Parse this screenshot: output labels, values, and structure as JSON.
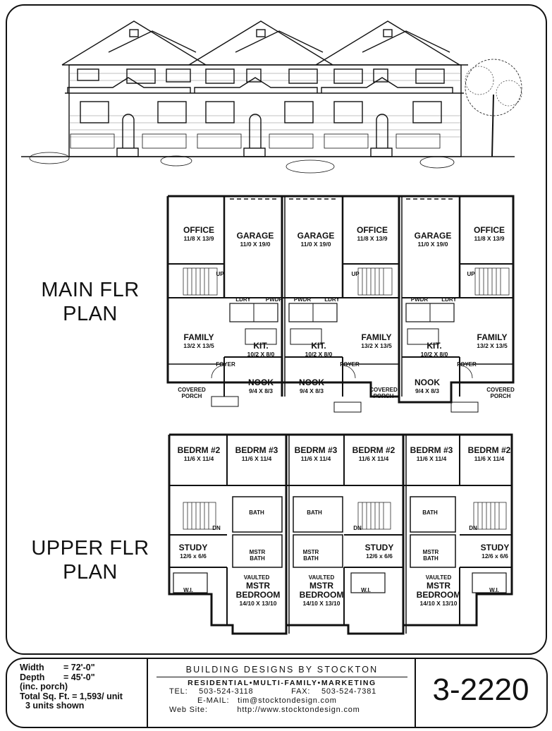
{
  "main_plan": {
    "title_line1": "MAIN FLR",
    "title_line2": "PLAN",
    "rooms": {
      "office": "OFFICE",
      "office_dim": "11/8 X 13/9",
      "garage": "GARAGE",
      "garage_dim": "11/0 X 19/0",
      "family": "FAMILY",
      "family_dim": "13/2 X 13/5",
      "kitchen": "KIT.",
      "kitchen_dim": "10/2 X 8/0",
      "nook": "NOOK",
      "nook_dim": "9/4 X 8/3",
      "foyer": "FOYER",
      "porch_line1": "COVERED",
      "porch_line2": "PORCH",
      "laundry": "LDRY",
      "powder": "PWDR",
      "up": "UP"
    }
  },
  "upper_plan": {
    "title_line1": "UPPER FLR",
    "title_line2": "PLAN",
    "rooms": {
      "bedroom2": "BEDRM #2",
      "bedroom3": "BEDRM #3",
      "bedroom_dim": "11/6 X 11/4",
      "bath": "BATH",
      "dn": "DN",
      "study": "STUDY",
      "study_dim": "12/6 x 6/6",
      "mstr_bath_line1": "MSTR",
      "mstr_bath_line2": "BATH",
      "vaulted": "VAULTED",
      "mstr_line1": "MSTR",
      "mstr_line2": "BEDROOM",
      "mstr_dim": "14/10 X 13/10",
      "wi": "W.I."
    }
  },
  "specs": {
    "width_label": "Width",
    "width_value": "= 72'-0\"",
    "depth_label": "Depth",
    "depth_value": "= 45'-0\"",
    "porch_note": "(inc. porch)",
    "total": "Total Sq. Ft. = 1,593/ unit",
    "units": "3 units shown"
  },
  "company": {
    "name": "BUILDING DESIGNS BY STOCKTON",
    "tagline": "RESIDENTIAL•MULTI-FAMILY•MARKETING",
    "tel_label": "TEL:",
    "tel": "503-524-3118",
    "fax_label": "FAX:",
    "fax": "503-524-7381",
    "email_label": "E-MAIL:",
    "email": "tim@stocktondesign.com",
    "web_label": "Web Site:",
    "web": "http://www.stocktondesign.com"
  },
  "plan_number": "3-2220"
}
